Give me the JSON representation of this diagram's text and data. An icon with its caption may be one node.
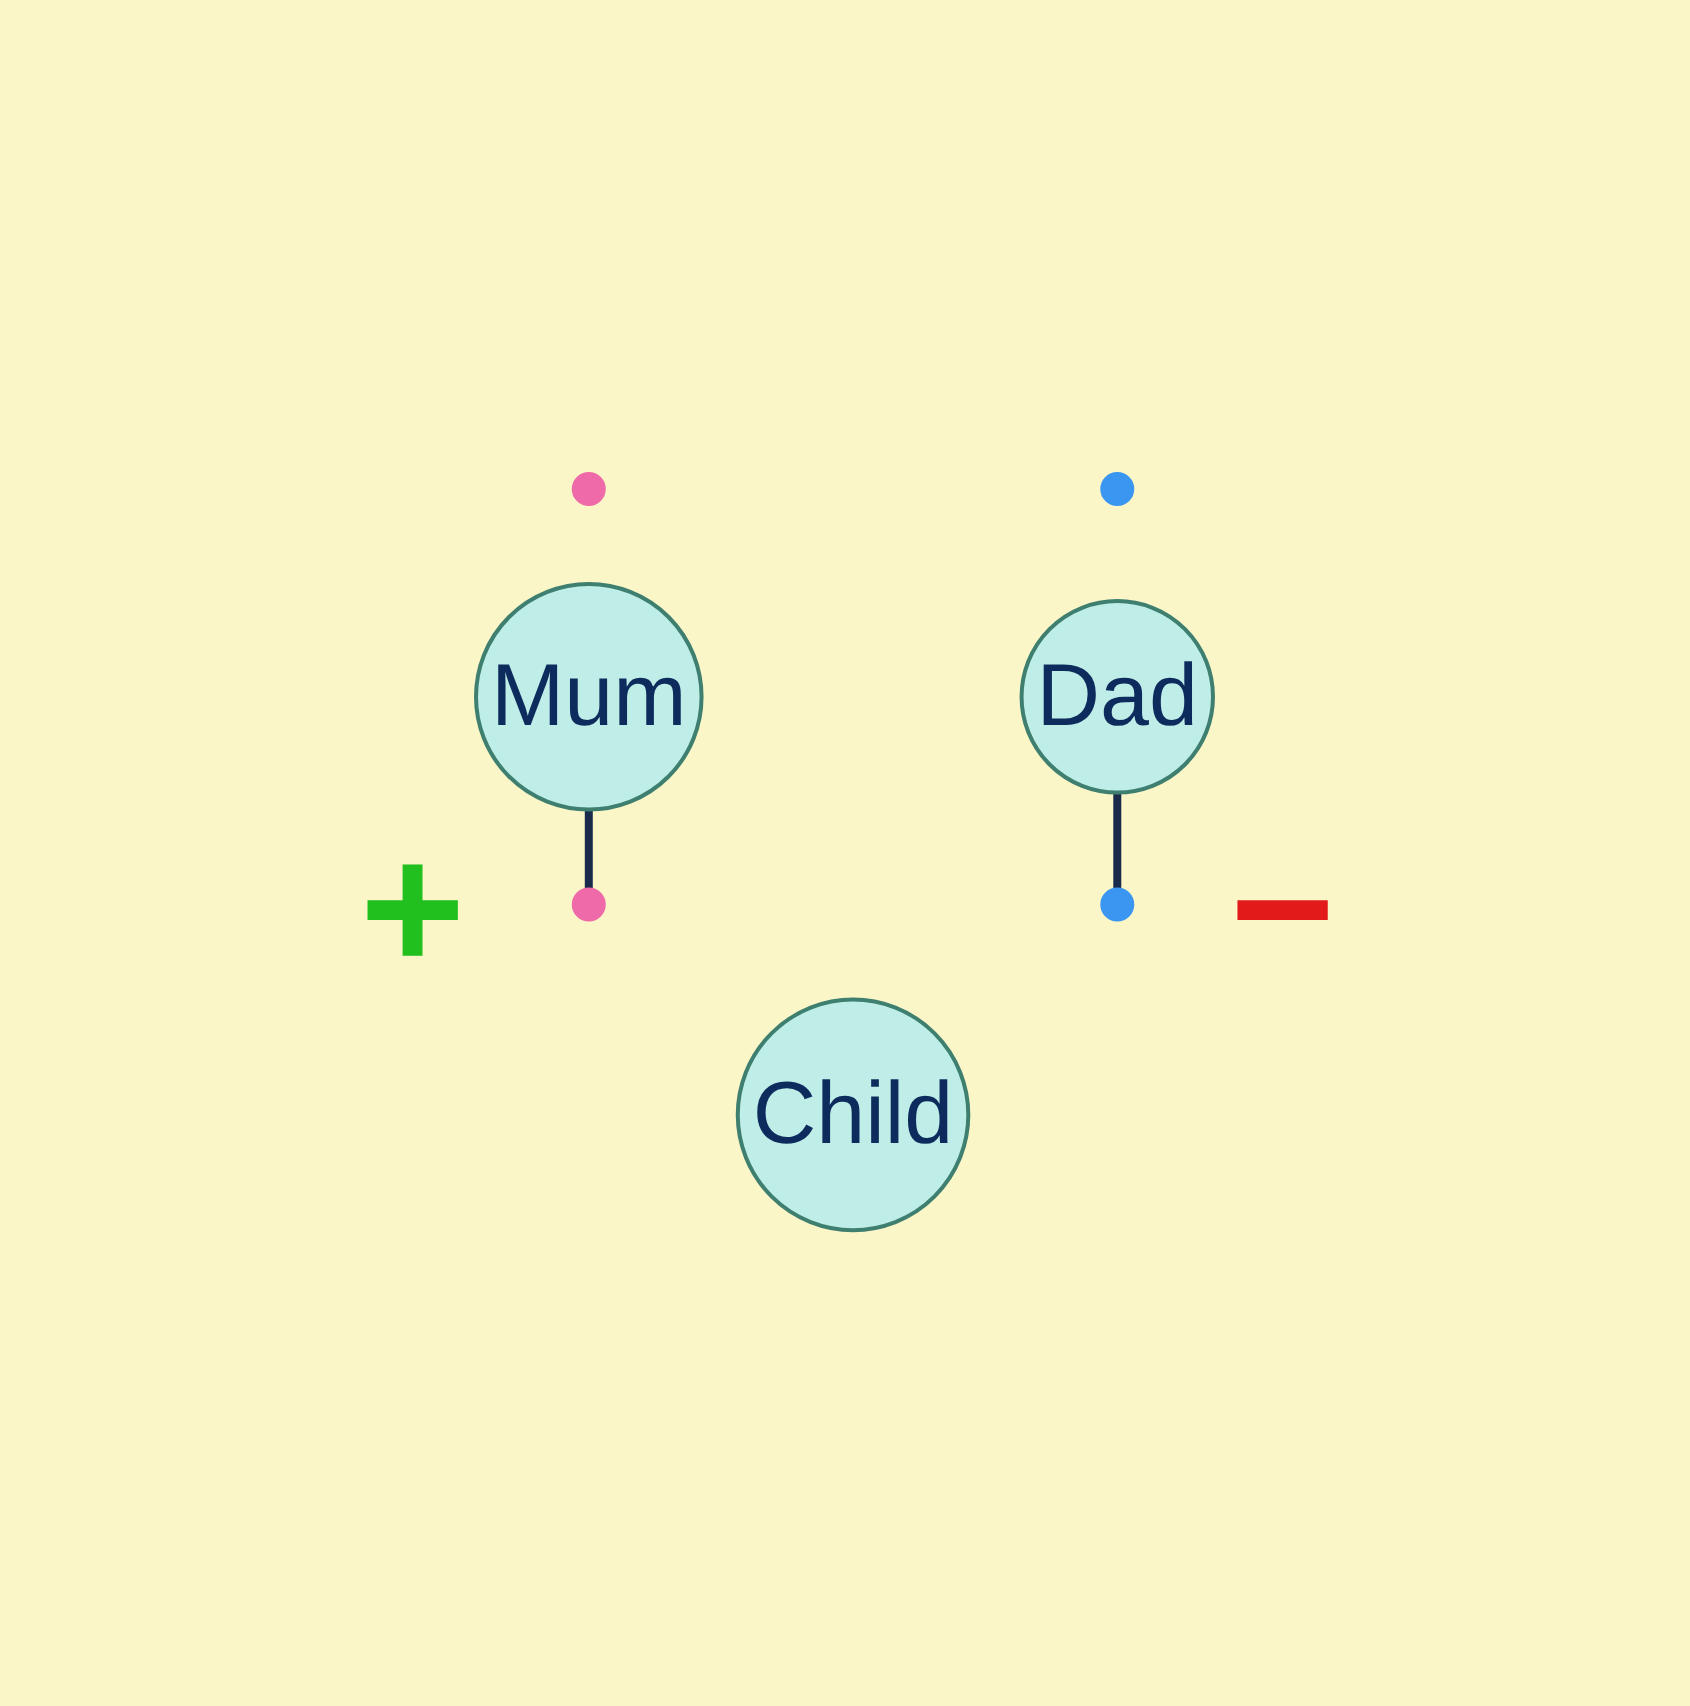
{
  "diagram": {
    "nodes": [
      {
        "text": [],
        "shape": "circle"
      },
      {
        "text": [
          "Mum"
        ]
      },
      {
        "text": [],
        "shape": "circle"
      },
      {
        "text": [
          "Dad"
        ]
      },
      {
        "text": [],
        "shape": "circle"
      },
      {
        "text": [],
        "shape": "circle"
      },
      {
        "text": [
          "Child"
        ]
      }
    ],
    "edges": [
      {
        "from": 1,
        "to": 4,
        "arrow": "none"
      },
      {
        "from": 3,
        "to": 5,
        "arrow": "none"
      }
    ],
    "labels": [
      "+",
      "−"
    ]
  }
}
